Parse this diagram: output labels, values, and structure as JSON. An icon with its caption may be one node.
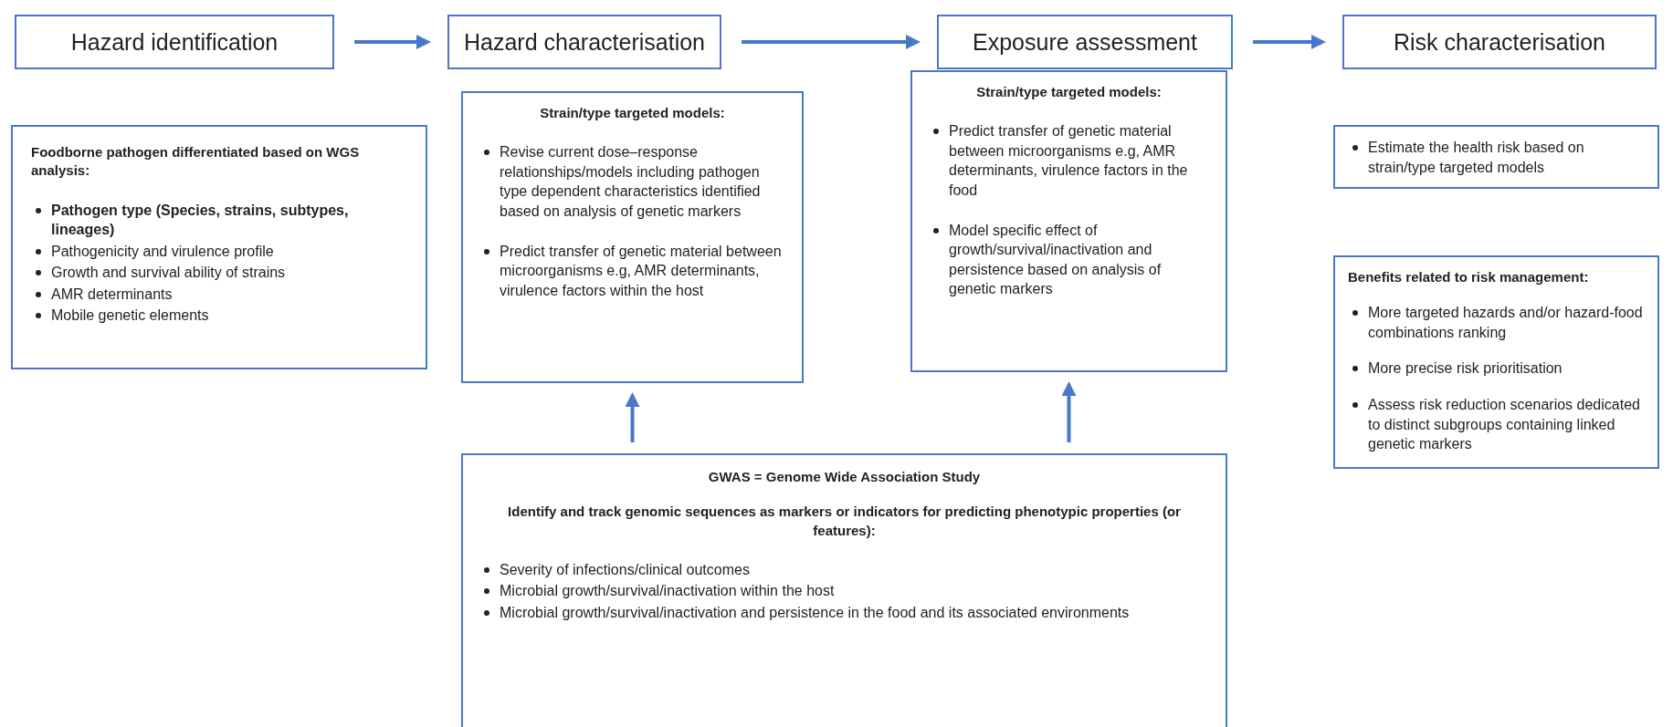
{
  "diagram": {
    "nodes": [
      {
        "text": [
          "Hazard identification"
        ]
      },
      {
        "text": [
          "Hazard characterisation"
        ]
      },
      {
        "text": [
          "Exposure assessment"
        ]
      },
      {
        "text": [
          "Risk characterisation"
        ]
      },
      {
        "text": [
          "Foodborne pathogen differentiated based on WGS analysis:",
          "**Pathogen type (Species, strains, subtypes, lineages)**",
          "Pathogenicity and virulence profile",
          "Growth and survival ability of strains",
          "AMR determinants",
          "Mobile genetic elements"
        ]
      },
      {
        "text": [
          "Strain/type targeted models:",
          "Revise current dose–response relationships/models including pathogen type dependent characteristics identified based on analysis of genetic markers",
          "Predict transfer of genetic material between microorganisms e.g, AMR determinants, virulence factors within the host"
        ]
      },
      {
        "text": [
          "Strain/type targeted models:",
          "Predict transfer of genetic material between microorganisms e.g, AMR determinants, virulence factors in the food",
          "Model specific effect of growth/survival/inactivation and persistence based on analysis of genetic markers"
        ]
      },
      {
        "text": [
          "Estimate the health risk based on strain/type targeted models"
        ]
      },
      {
        "text": [
          "Benefits related to risk management:",
          "More targeted hazards and/or hazard-food combinations ranking",
          "More precise risk prioritisation",
          "Assess risk reduction scenarios dedicated to distinct subgroups containing linked genetic markers"
        ]
      },
      {
        "text": [
          "GWAS = Genome Wide Association Study",
          "Identify and track genomic sequences as markers or indicators for predicting phenotypic properties (or features):",
          "Severity of infections/clinical outcomes",
          "Microbial growth/survival/inactivation within the host",
          "Microbial growth/survival/inactivation and persistence in the food and its associated environments"
        ]
      }
    ],
    "edges": [
      {
        "from": 0,
        "to": 1,
        "arrow": "to"
      },
      {
        "from": 1,
        "to": 2,
        "arrow": "to"
      },
      {
        "from": 2,
        "to": 3,
        "arrow": "to"
      },
      {
        "from": 9,
        "to": 5,
        "arrow": "to"
      },
      {
        "from": 9,
        "to": 6,
        "arrow": "to"
      }
    ]
  }
}
